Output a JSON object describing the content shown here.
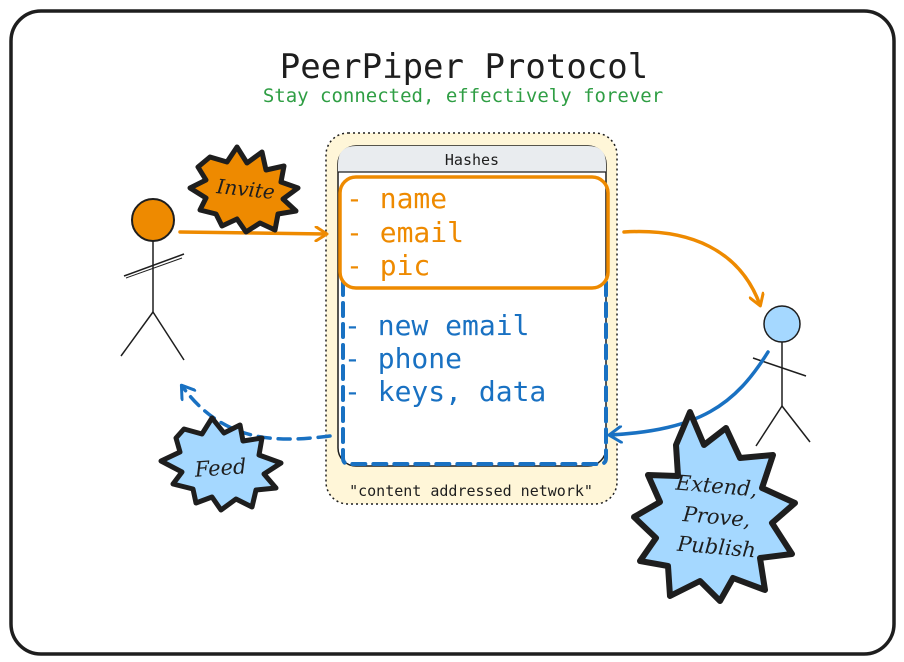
{
  "title": "PeerPiper Protocol",
  "subtitle": "Stay connected, effectively forever",
  "hashes_label": "Hashes",
  "orange_items": [
    "- name",
    "- email",
    "- pic"
  ],
  "blue_items": [
    "- new email",
    "- phone",
    "- keys, data"
  ],
  "network_label": "\"content addressed network\"",
  "badges": {
    "invite": "Invite",
    "feed": "Feed",
    "extend": [
      "Extend,",
      "Prove,",
      "Publish"
    ]
  },
  "colors": {
    "orange": "#ee8a00",
    "blue": "#1971c2",
    "green": "#2f9e44",
    "light_blue": "#a5d8ff",
    "cream": "#fff6d8",
    "header_gray": "#e9ecef",
    "ink": "#1e1e1e"
  }
}
